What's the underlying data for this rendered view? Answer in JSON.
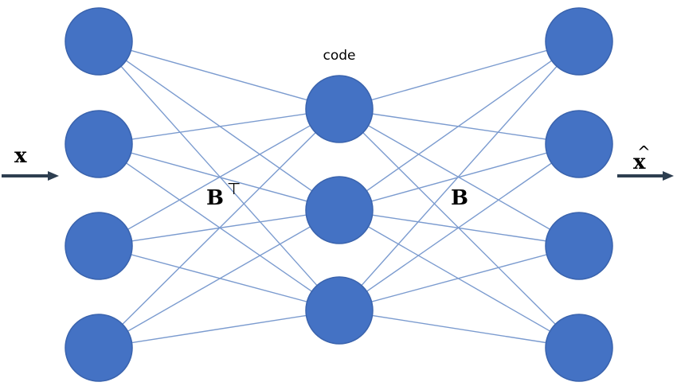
{
  "labels": {
    "input": "x",
    "output": "x",
    "output_accent": "^",
    "code": "code",
    "encoder_weights": "B",
    "encoder_superscript": "⊤",
    "decoder_weights": "B"
  },
  "network": {
    "layers": [
      {
        "name": "input",
        "size": 4
      },
      {
        "name": "code",
        "size": 3
      },
      {
        "name": "output",
        "size": 4
      }
    ],
    "connectivity": "fully-connected"
  },
  "colors": {
    "node_fill": "#4472c4",
    "node_stroke": "#3a63ad",
    "edge": "#7b9bcf",
    "arrow": "#2d3e50"
  }
}
